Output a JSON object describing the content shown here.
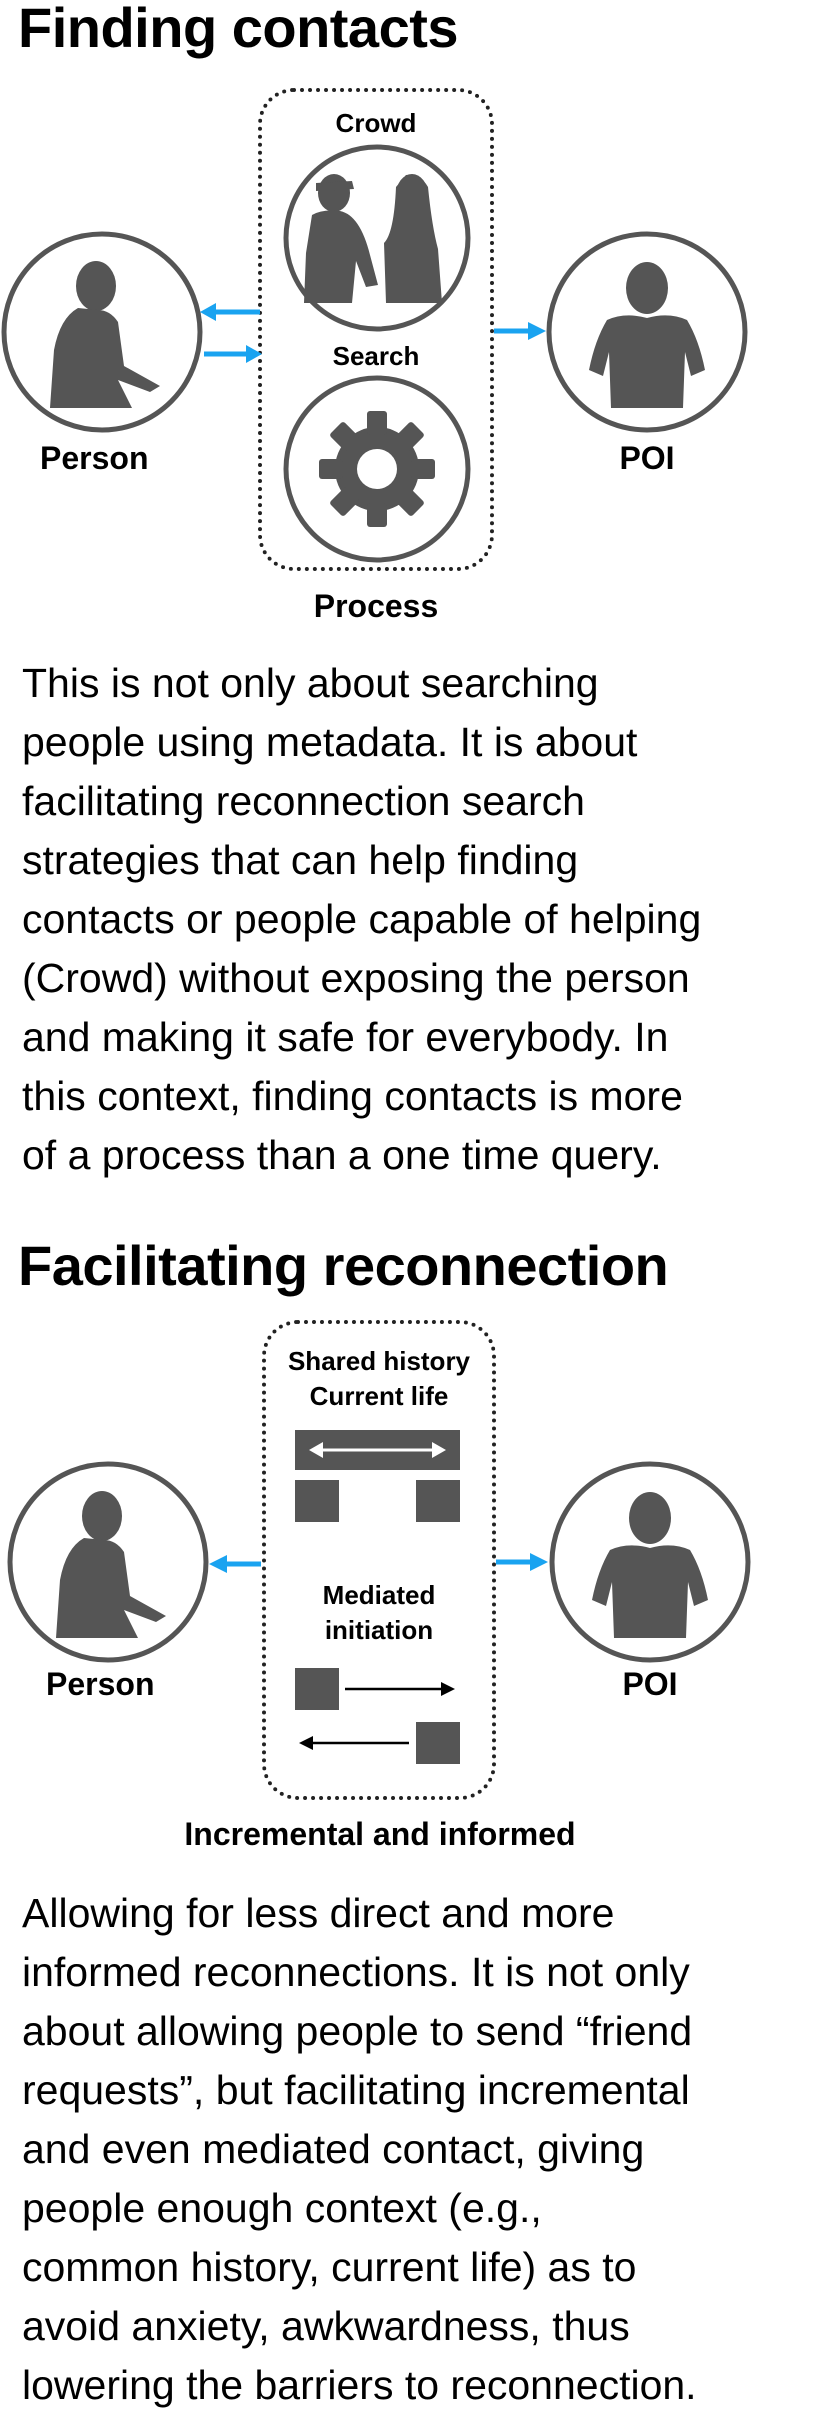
{
  "section1": {
    "title": "Finding contacts",
    "person_label": "Person",
    "poi_label": "POI",
    "crowd_label": "Crowd",
    "search_label": "Search",
    "process_label": "Process",
    "paragraph_lines": [
      "This is not only about searching",
      "people using metadata. It is about",
      "facilitating reconnection search",
      "strategies that can help finding",
      "contacts or people capable of helping",
      "(Crowd) without exposing the person",
      "and making it safe for everybody. In",
      "this context, finding contacts is more",
      "of a process than a one time query."
    ]
  },
  "section2": {
    "title": "Facilitating reconnection",
    "person_label": "Person",
    "poi_label": "POI",
    "shared_history_label": "Shared history",
    "current_life_label": "Current life",
    "mediated_label": "Mediated",
    "initiation_label": "initiation",
    "footer_label": "Incremental and informed",
    "paragraph_lines": [
      "Allowing for less direct and more",
      "informed reconnections. It is not only",
      "about allowing people to send “friend",
      "requests”, but facilitating incremental",
      "and even mediated contact, giving",
      "people enough context (e.g.,",
      "common history, current life) as to",
      "avoid anxiety, awkwardness, thus",
      "lowering the barriers to reconnection."
    ]
  },
  "colors": {
    "icon_gray": "#555555",
    "arrow_blue": "#1aa3f0",
    "text": "#000000"
  },
  "icons": [
    "person-icon",
    "poi-icon",
    "crowd-icon",
    "gear-icon",
    "timeline-icon",
    "mediated-exchange-icon"
  ]
}
